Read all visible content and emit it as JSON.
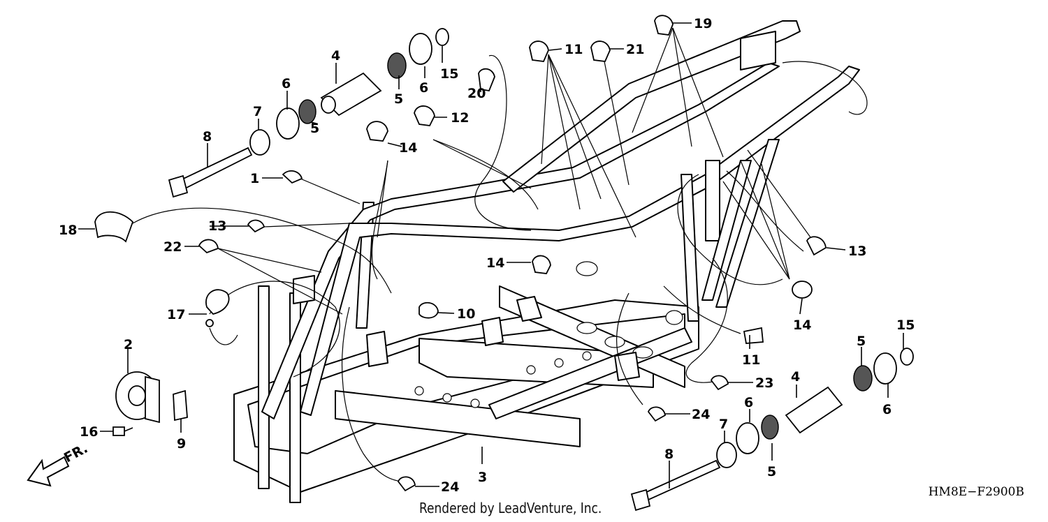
{
  "diagram": {
    "code": "HM8E−F2900B",
    "credit": "Rendered by LeadVenture, Inc.",
    "direction_label": "FR.",
    "callouts": [
      {
        "id": "c1",
        "text": "1"
      },
      {
        "id": "c2",
        "text": "2"
      },
      {
        "id": "c3",
        "text": "3"
      },
      {
        "id": "c4a",
        "text": "4"
      },
      {
        "id": "c4b",
        "text": "4"
      },
      {
        "id": "c5a",
        "text": "5"
      },
      {
        "id": "c5b",
        "text": "5"
      },
      {
        "id": "c5c",
        "text": "5"
      },
      {
        "id": "c5d",
        "text": "5"
      },
      {
        "id": "c6a",
        "text": "6"
      },
      {
        "id": "c6b",
        "text": "6"
      },
      {
        "id": "c6c",
        "text": "6"
      },
      {
        "id": "c6d",
        "text": "6"
      },
      {
        "id": "c7a",
        "text": "7"
      },
      {
        "id": "c7b",
        "text": "7"
      },
      {
        "id": "c8a",
        "text": "8"
      },
      {
        "id": "c8b",
        "text": "8"
      },
      {
        "id": "c9",
        "text": "9"
      },
      {
        "id": "c10",
        "text": "10"
      },
      {
        "id": "c11a",
        "text": "11"
      },
      {
        "id": "c11b",
        "text": "11"
      },
      {
        "id": "c12",
        "text": "12"
      },
      {
        "id": "c13a",
        "text": "13"
      },
      {
        "id": "c13b",
        "text": "13"
      },
      {
        "id": "c14a",
        "text": "14"
      },
      {
        "id": "c14b",
        "text": "14"
      },
      {
        "id": "c14c",
        "text": "14"
      },
      {
        "id": "c15a",
        "text": "15"
      },
      {
        "id": "c15b",
        "text": "15"
      },
      {
        "id": "c16",
        "text": "16"
      },
      {
        "id": "c17",
        "text": "17"
      },
      {
        "id": "c18",
        "text": "18"
      },
      {
        "id": "c19",
        "text": "19"
      },
      {
        "id": "c20",
        "text": "20"
      },
      {
        "id": "c21",
        "text": "21"
      },
      {
        "id": "c22",
        "text": "22"
      },
      {
        "id": "c23",
        "text": "23"
      },
      {
        "id": "c24a",
        "text": "24"
      },
      {
        "id": "c24b",
        "text": "24"
      }
    ]
  }
}
